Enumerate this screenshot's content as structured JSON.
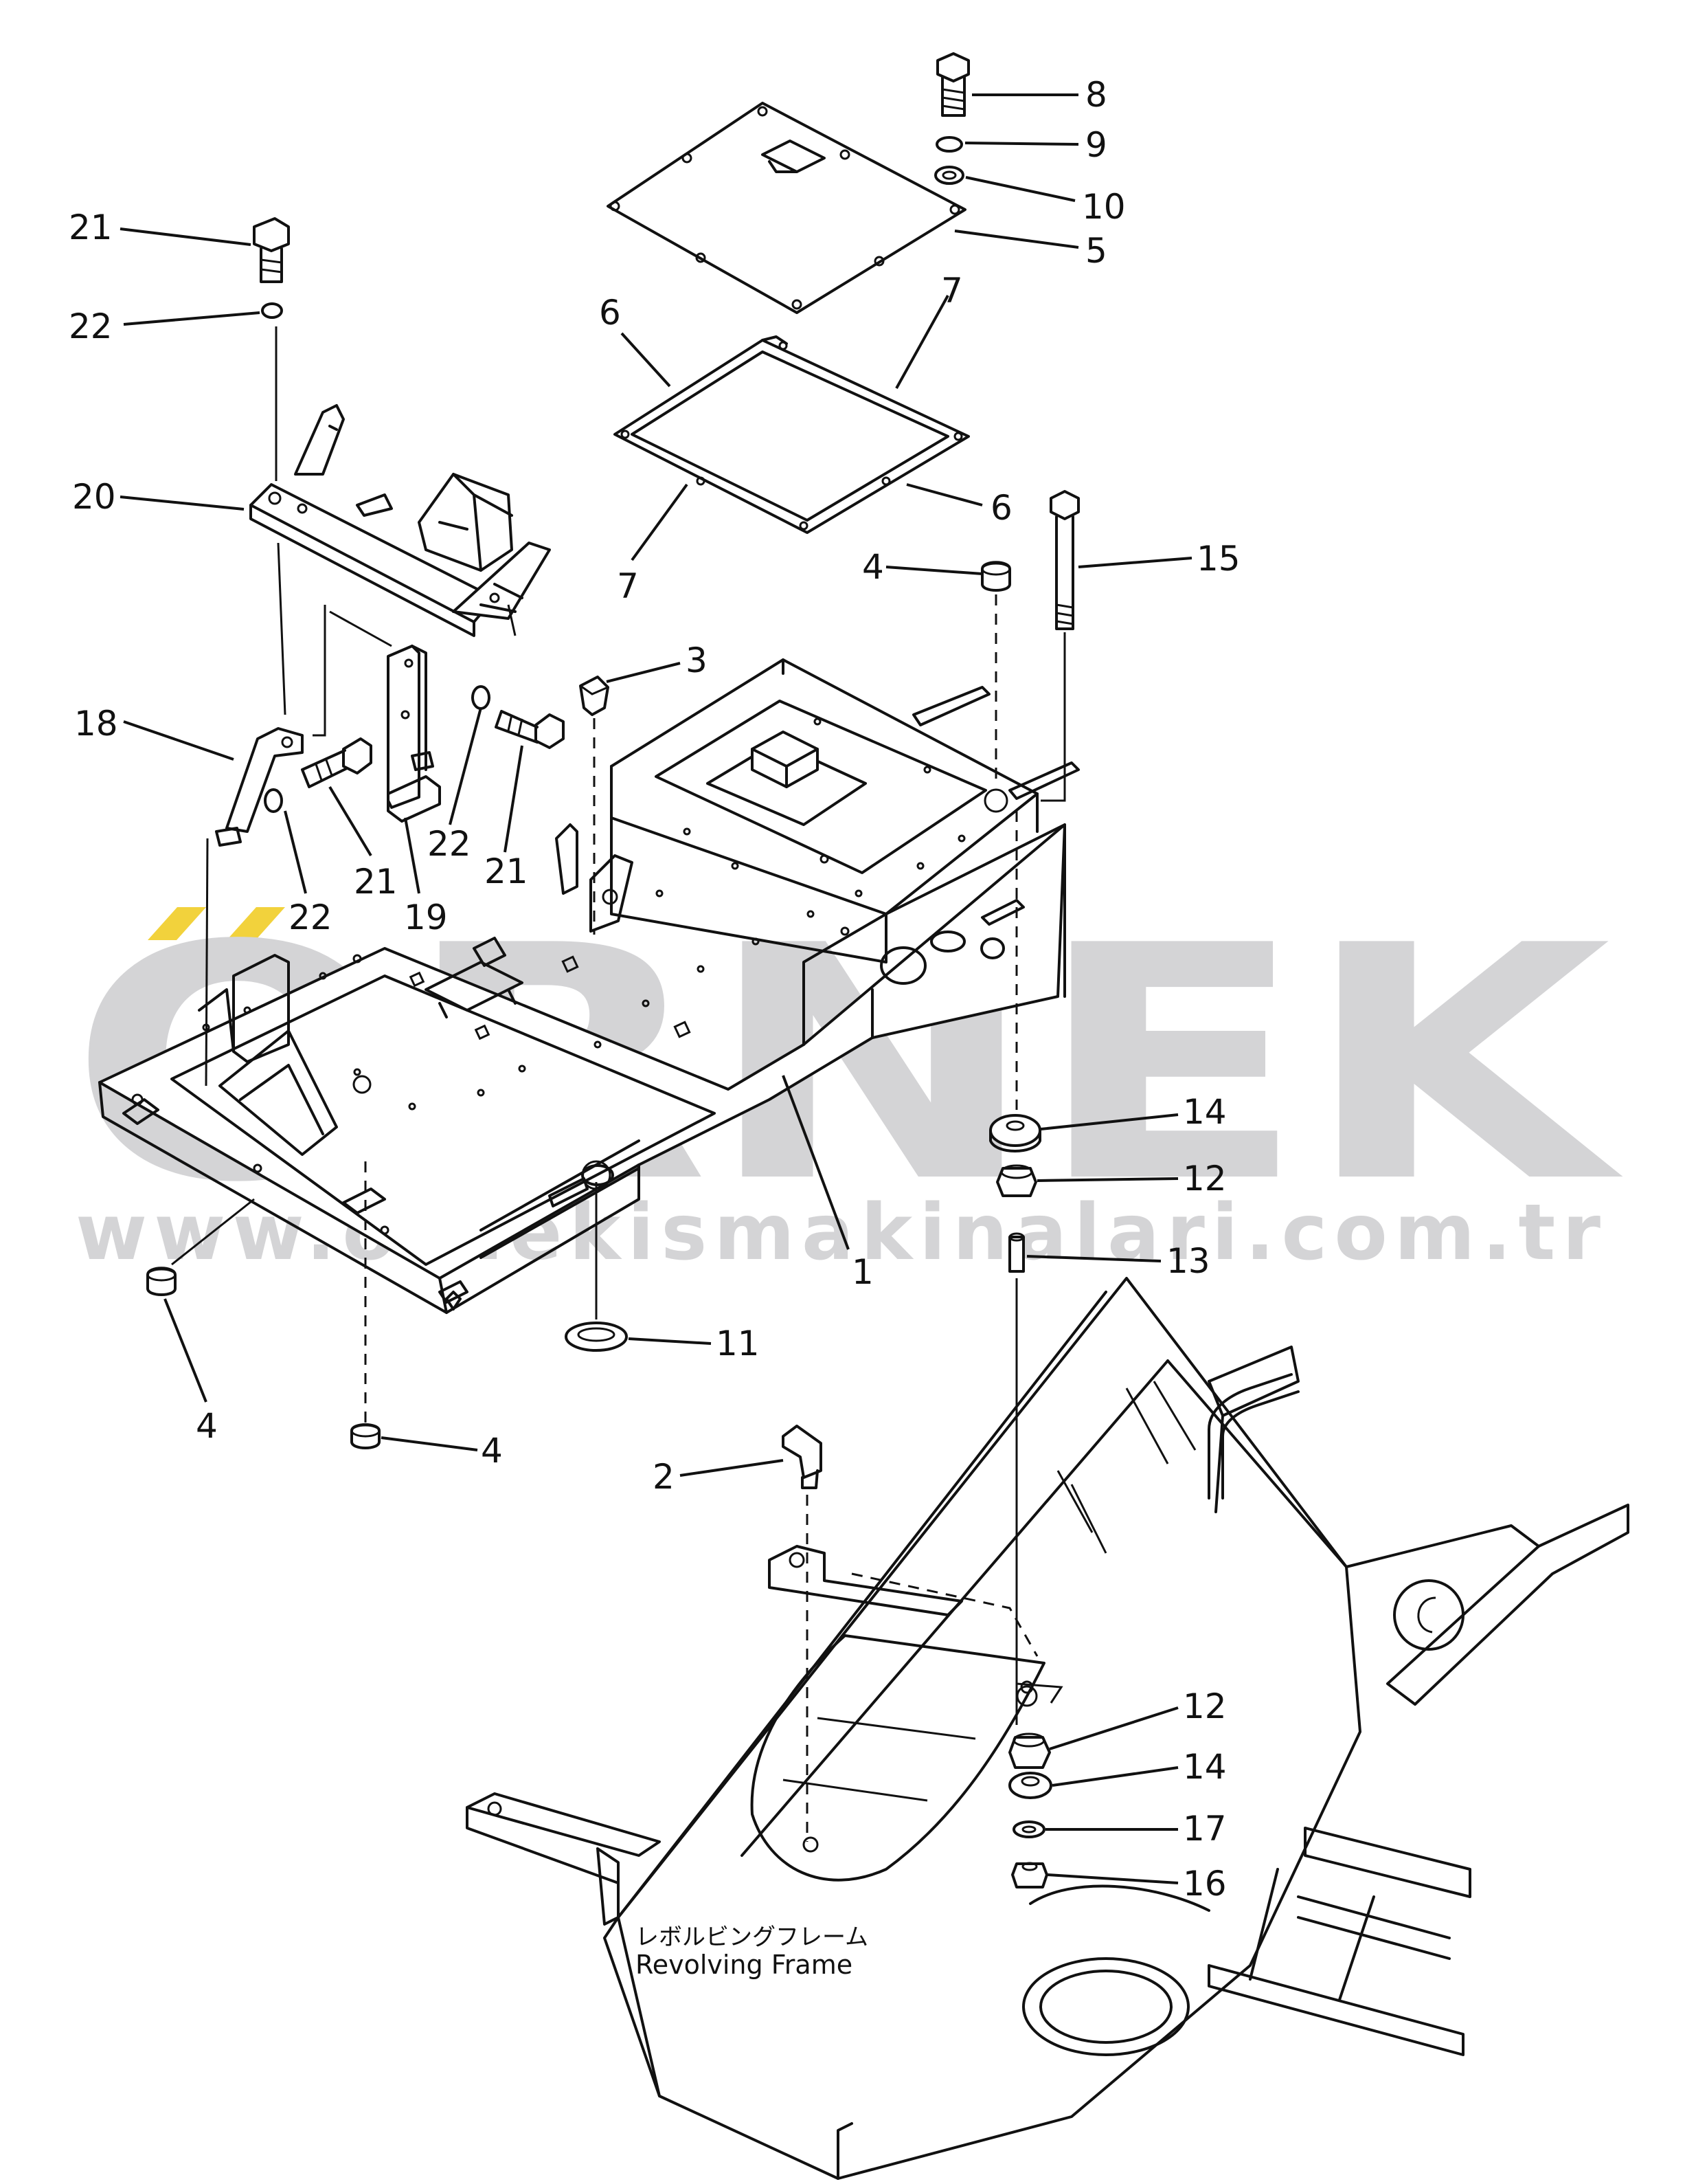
{
  "watermark": {
    "brand": "ORNEK",
    "url": "www.ornekismakinalari.com.tr",
    "gray": "#d4d4d6",
    "accent": "#f2d23c"
  },
  "frame_label": {
    "japanese": "レボルビングフレーム",
    "english": "Revolving  Frame"
  },
  "callouts": [
    {
      "id": "c8",
      "text": "8"
    },
    {
      "id": "c9",
      "text": "9"
    },
    {
      "id": "c10",
      "text": "10"
    },
    {
      "id": "c5",
      "text": "5"
    },
    {
      "id": "c21a",
      "text": "21"
    },
    {
      "id": "c22a",
      "text": "22"
    },
    {
      "id": "c6a",
      "text": "6"
    },
    {
      "id": "c7a",
      "text": "7"
    },
    {
      "id": "c20",
      "text": "20"
    },
    {
      "id": "c6b",
      "text": "6"
    },
    {
      "id": "c7b",
      "text": "7"
    },
    {
      "id": "c4a",
      "text": "4"
    },
    {
      "id": "c15",
      "text": "15"
    },
    {
      "id": "c3",
      "text": "3"
    },
    {
      "id": "c18",
      "text": "18"
    },
    {
      "id": "c22b",
      "text": "22"
    },
    {
      "id": "c21b",
      "text": "21"
    },
    {
      "id": "c19",
      "text": "19"
    },
    {
      "id": "c22c",
      "text": "22"
    },
    {
      "id": "c21c",
      "text": "21"
    },
    {
      "id": "c14a",
      "text": "14"
    },
    {
      "id": "c12a",
      "text": "12"
    },
    {
      "id": "c13",
      "text": "13"
    },
    {
      "id": "c1",
      "text": "1"
    },
    {
      "id": "c11",
      "text": "11"
    },
    {
      "id": "c4b",
      "text": "4"
    },
    {
      "id": "c4c",
      "text": "4"
    },
    {
      "id": "c2",
      "text": "2"
    },
    {
      "id": "c12b",
      "text": "12"
    },
    {
      "id": "c14b",
      "text": "14"
    },
    {
      "id": "c17",
      "text": "17"
    },
    {
      "id": "c16",
      "text": "16"
    }
  ]
}
